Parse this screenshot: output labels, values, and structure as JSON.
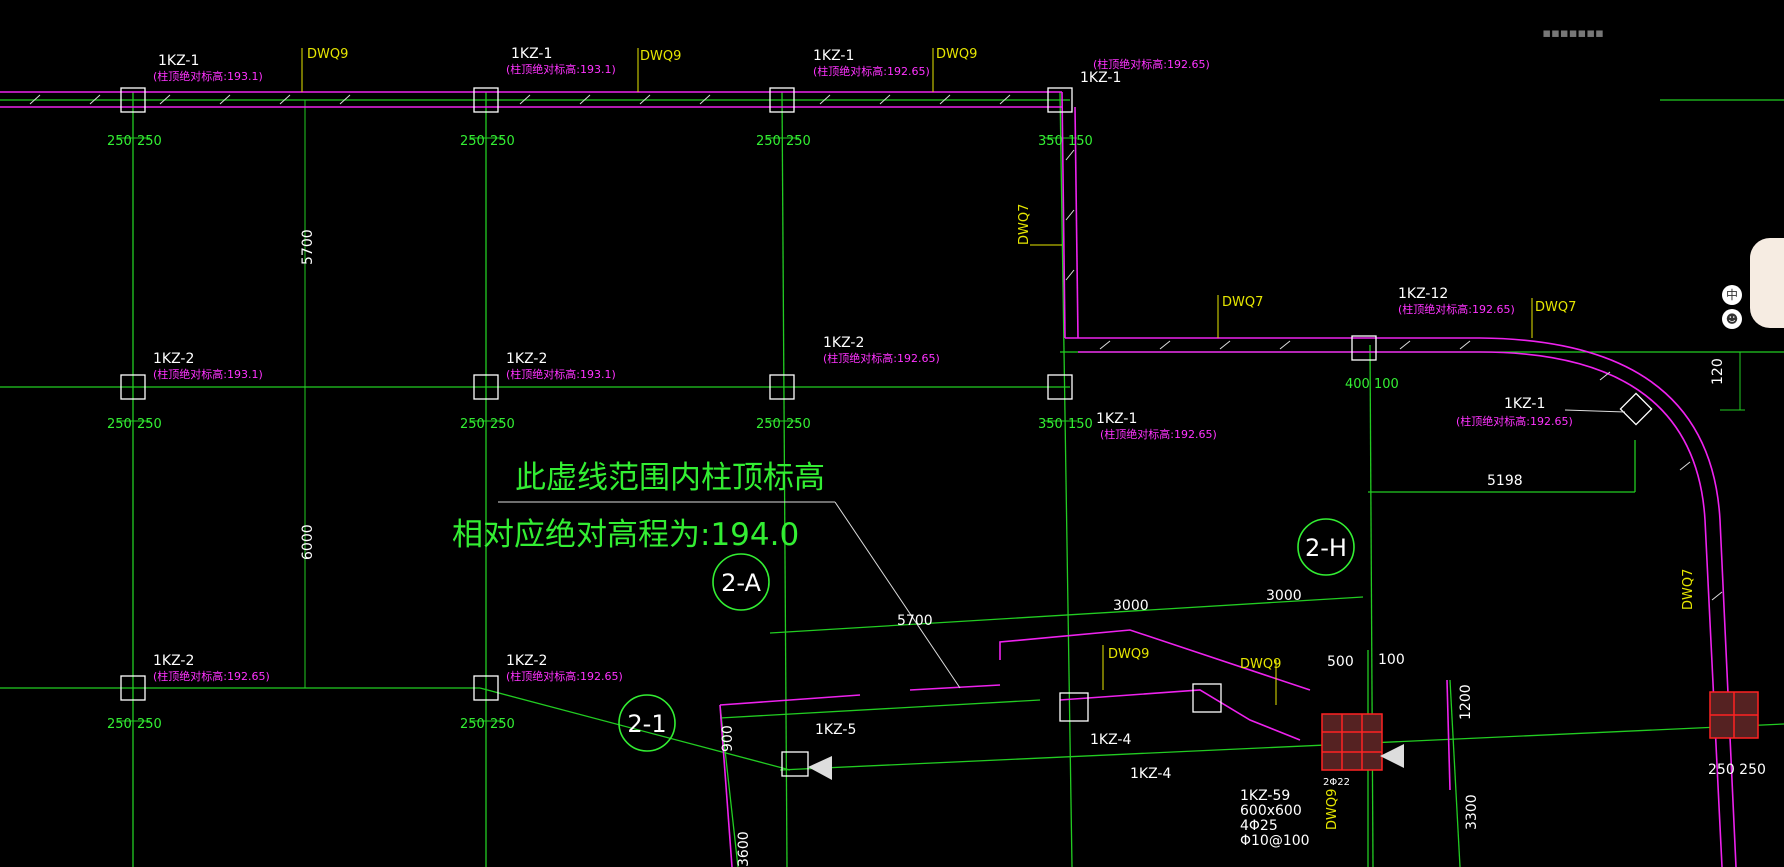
{
  "watermark": "此虚线范围内柱顶标高",
  "note_line1": "此虚线范围内柱顶标高",
  "note_line2": "相对应绝对高程为:194.0",
  "top_right_text": "▪▪▪▪▪▪▪",
  "ime": {
    "mode": "中",
    "icon": "mascot"
  },
  "axes": {
    "a": "2-A",
    "h": "2-H",
    "one": "2-1"
  },
  "dims_vertical": {
    "d5700": "5700",
    "d6000": "6000"
  },
  "dims_misc": {
    "d5700b": "5700",
    "d3000a": "3000",
    "d3000b": "3000",
    "d5198": "5198",
    "d500": "500",
    "d100": "100",
    "d1200": "1200",
    "d3300": "3300",
    "d3600": "3600",
    "d120": "120",
    "d900": "900",
    "d250250": "250 250",
    "d250_250": "250|250"
  },
  "columns": {
    "kz1": "1KZ-1",
    "kz2": "1KZ-2",
    "kz12": "1KZ-12",
    "kz4": "1KZ-4",
    "kz5": "1KZ-5",
    "kz59": "1KZ-59",
    "kz59_size": "600x600",
    "kz59_bars": "4Φ25",
    "kz59_stirrup": "Φ10@100",
    "kz59_corner": "2Φ22"
  },
  "elevations": {
    "e1931": "(柱顶绝对标高:193.1)",
    "e19265": "(柱顶绝对标高:192.65)"
  },
  "walls": {
    "dwq9": "DWQ9",
    "dwq7": "DWQ7"
  },
  "col_dims": {
    "p250": "250",
    "p350": "350",
    "p150": "150",
    "p400": "400",
    "p100": "100"
  }
}
